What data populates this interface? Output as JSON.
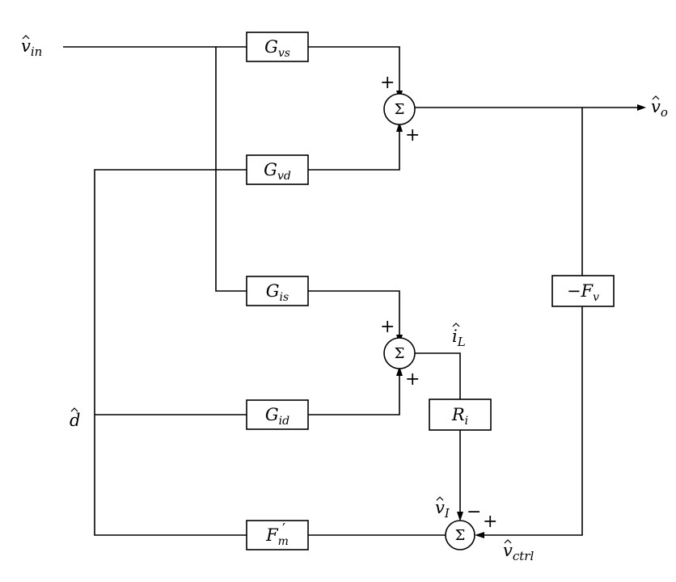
{
  "signals": {
    "v_in": {
      "base": "v",
      "sub": "in"
    },
    "v_o": {
      "base": "v",
      "sub": "o"
    },
    "d": {
      "base": "d",
      "sub": ""
    },
    "i_L": {
      "base": "i",
      "sub": "L"
    },
    "v_I": {
      "base": "v",
      "sub": "I"
    },
    "v_ctrl": {
      "base": "v",
      "sub": "ctrl"
    }
  },
  "blocks": {
    "G_vs": {
      "prefix": "",
      "base": "G",
      "sub": "vs"
    },
    "G_vd": {
      "prefix": "",
      "base": "G",
      "sub": "vd"
    },
    "G_is": {
      "prefix": "",
      "base": "G",
      "sub": "is"
    },
    "G_id": {
      "prefix": "",
      "base": "G",
      "sub": "id"
    },
    "R_i": {
      "prefix": "",
      "base": "R",
      "sub": "i"
    },
    "F_m": {
      "prefix": "",
      "base": "F",
      "sub": "m"
    },
    "F_v": {
      "prefix": "−",
      "base": "F",
      "sub": "v"
    }
  },
  "summers": {
    "top": {
      "symbol": "Σ",
      "sign_a": "+",
      "sign_b": "+"
    },
    "middle": {
      "symbol": "Σ",
      "sign_a": "+",
      "sign_b": "+"
    },
    "bottom": {
      "symbol": "Σ",
      "sign_a": "−",
      "sign_b": "+"
    }
  }
}
